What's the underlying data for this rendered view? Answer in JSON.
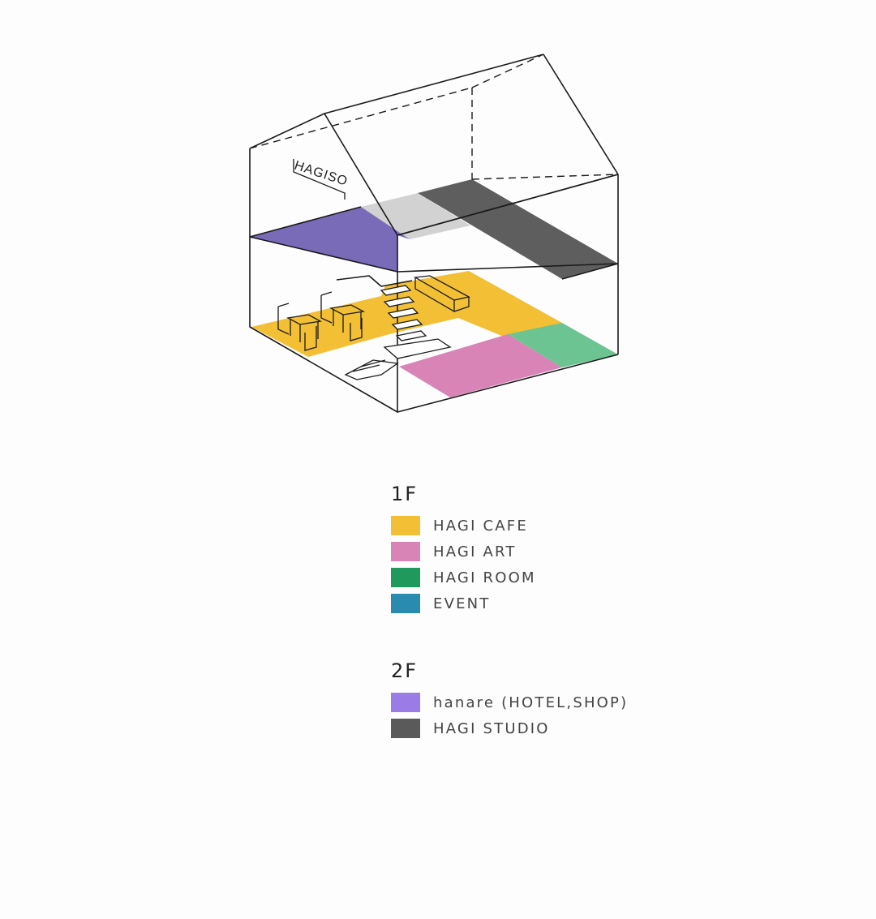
{
  "diagram": {
    "sign_text": "HAGISO",
    "colors": {
      "cafe": "#f2bf35",
      "art": "#d884b7",
      "room": "#6cc493",
      "hanare": "#7a6bb8",
      "studio": "#5e5e5e",
      "void": "#d2d2d2",
      "line": "#1a1a1a"
    }
  },
  "legend": {
    "floors": [
      {
        "title": "1F",
        "items": [
          {
            "label": "HAGI CAFE",
            "color": "#f2bf35"
          },
          {
            "label": "HAGI ART",
            "color": "#d884b7"
          },
          {
            "label": "HAGI ROOM",
            "color": "#1f9a5c"
          },
          {
            "label": "EVENT",
            "color": "#2a8ab0"
          }
        ]
      },
      {
        "title": "2F",
        "items": [
          {
            "label": "hanare (HOTEL,SHOP)",
            "color": "#9b7be6"
          },
          {
            "label": "HAGI STUDIO",
            "color": "#5a5a5a"
          }
        ]
      }
    ]
  }
}
